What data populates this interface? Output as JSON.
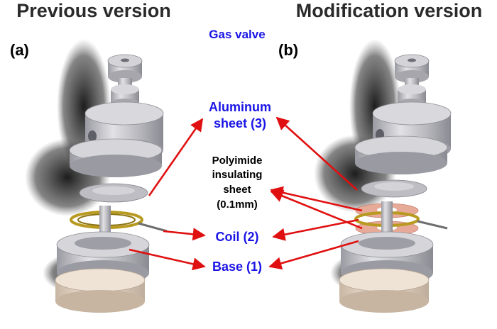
{
  "headers": {
    "left": "Previous version",
    "right": "Modification version"
  },
  "panels": {
    "left": "(a)",
    "right": "(b)"
  },
  "labels": {
    "gas_valve": "Gas valve",
    "aluminum_line1": "Aluminum",
    "aluminum_line2": "sheet (3)",
    "polyimide_line1": "Polyimide",
    "polyimide_line2": "insulating",
    "polyimide_line3": "sheet",
    "polyimide_line4": "(0.1mm)",
    "coil": "Coil (2)",
    "base": "Base (1)"
  },
  "colors": {
    "header_text": "#2a2a2a",
    "callout_blue": "#1a14e6",
    "callout_black": "#000000",
    "arrow": "#e01010",
    "metal": "#b8b8be",
    "metal_dark": "#7a7a82",
    "base_disc": "#d9c9b8",
    "polyimide": "#e8aa98",
    "coil": "#b89a20",
    "shadow": "#1c1c1c"
  }
}
